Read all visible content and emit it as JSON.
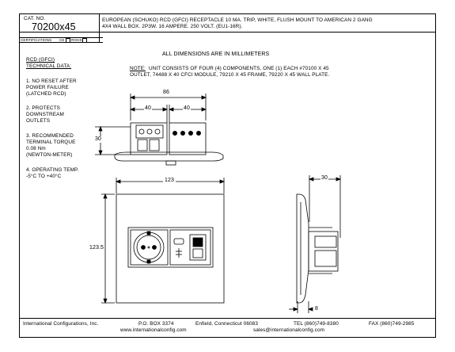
{
  "title_block": {
    "cat_no_label": "CAT. No.",
    "cat_no": "70200x45",
    "description_line1": "EUROPEAN (SCHUKO) RCD (GFCI) RECEPTACLE 10 mA. TRIP, WHITE, FLUSH MOUNT TO AMERICAN 2 GANG",
    "description_line2": "4x4 WALL BOX. 2P3W. 16 AMPERE. 250 VOLT. (EU1-16R).",
    "certifications_label": "CERTIFICATIONS",
    "cert_ce": "CE",
    "cert_rohs": "ROHS"
  },
  "notes": {
    "dimensions_note": "ALL DIMENSIONS ARE IN MILLIMETERS",
    "note_label": "NOTE:",
    "note_line1": "UNIT CONSISTS OF FOUR (4) COMPONENTS, ONE (1) EACH #70100 x 45",
    "note_line2": "OUTLET, 74488 x 40 CFCI MODULE, 79210 x 45 FRAME, 79220 x 45 WALL PLATE."
  },
  "tech_data": {
    "heading1": "RCD (GFCI)",
    "heading2": "TECHNICAL DATA:",
    "item1": [
      "1. NO RESET AFTER",
      "POWER FAILURE",
      "(LATCHED RCD)"
    ],
    "item2": [
      "2. PROTECTS",
      "DOWNSTREAM",
      "OUTLETS"
    ],
    "item3": [
      "3. RECOMMENDED",
      "TERMINAL TORQUE",
      "0.08 Nm",
      "(NEWTON-METER)"
    ],
    "item4": [
      "4. OPERATING TEMP.",
      "-5°C TO +40°C"
    ]
  },
  "dimensions": {
    "top_overall": "86",
    "top_left": "40",
    "top_right": "40",
    "top_height": "30",
    "front_width": "123",
    "front_height": "123.5",
    "side_depth": "30",
    "side_plate": "8"
  },
  "footer": {
    "company": "International Configurations, Inc.",
    "po_box": "P.O. Box 3374",
    "city": "Enfield, Connecticut 06083",
    "tel": "TEL (860)749-8380",
    "fax": "FAX (860)749-2985",
    "website": "www.internationalconfig.com",
    "email": "sales@internationalconfig.com"
  }
}
